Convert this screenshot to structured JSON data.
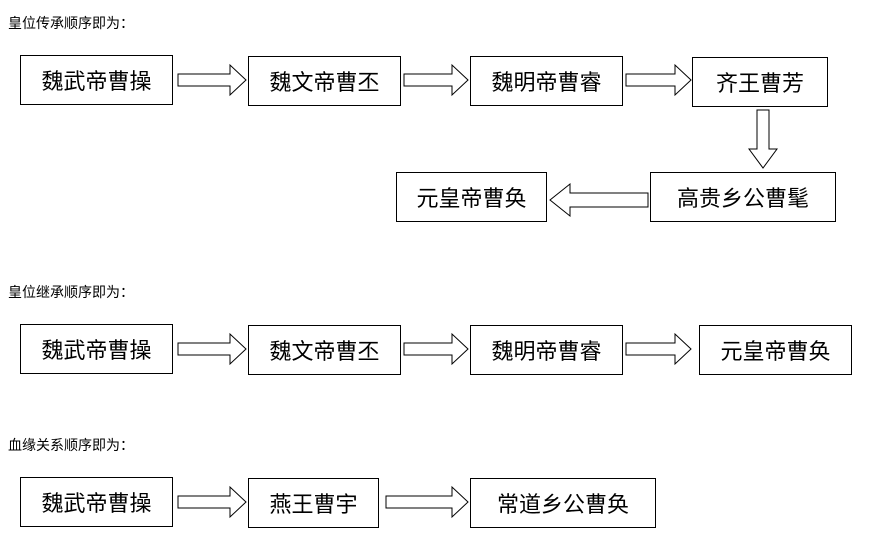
{
  "sections": [
    {
      "heading": "皇位传承顺序即为：",
      "nodes": [
        "魏武帝曹操",
        "魏文帝曹丕",
        "魏明帝曹睿",
        "齐王曹芳",
        "高贵乡公曹髦",
        "元皇帝曹奂"
      ]
    },
    {
      "heading": "皇位继承顺序即为：",
      "nodes": [
        "魏武帝曹操",
        "魏文帝曹丕",
        "魏明帝曹睿",
        "元皇帝曹奂"
      ]
    },
    {
      "heading": "血缘关系顺序即为：",
      "nodes": [
        "魏武帝曹操",
        "燕王曹宇",
        "常道乡公曹奂"
      ]
    }
  ],
  "colors": {
    "border": "#000000",
    "background": "#ffffff",
    "text": "#000000"
  }
}
